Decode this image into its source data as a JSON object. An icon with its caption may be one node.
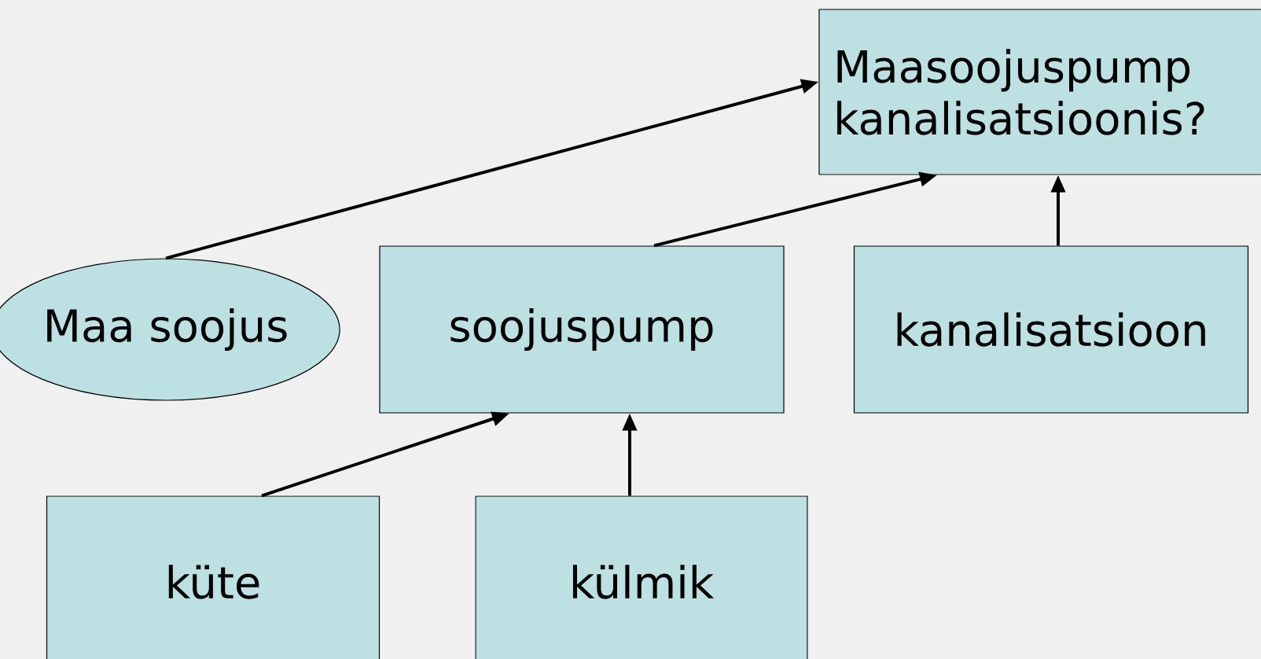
{
  "diagram": {
    "nodes": [
      {
        "text": [
          "Maa soojus"
        ]
      },
      {
        "text": [
          "Maasoojuspump kanalisatsioonis?"
        ]
      },
      {
        "text": [
          "soojuspump"
        ]
      },
      {
        "text": [
          "kanalisatsioon"
        ]
      },
      {
        "text": [
          "küte"
        ]
      },
      {
        "text": [
          "külmik"
        ]
      }
    ],
    "edges": [
      {
        "from": 0,
        "to": 1,
        "arrow": "to"
      },
      {
        "from": 2,
        "to": 1,
        "arrow": "to"
      },
      {
        "from": 3,
        "to": 1,
        "arrow": "to"
      },
      {
        "from": 4,
        "to": 2,
        "arrow": "to"
      },
      {
        "from": 5,
        "to": 2,
        "arrow": "to"
      }
    ]
  }
}
